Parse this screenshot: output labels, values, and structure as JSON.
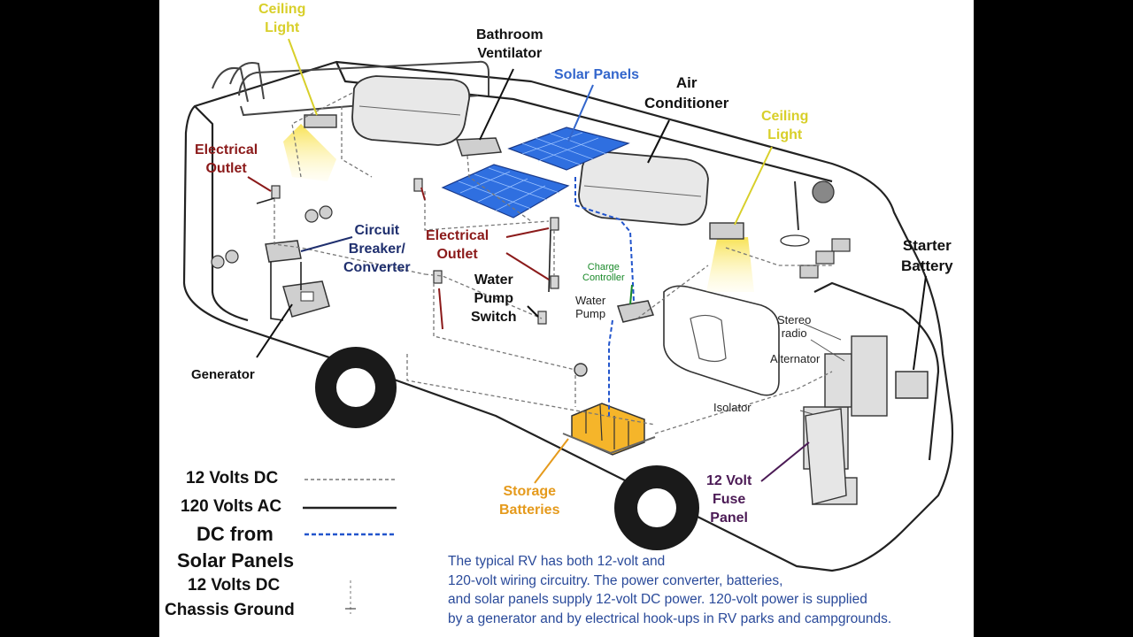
{
  "colors": {
    "background": "#000000",
    "panel": "#ffffff",
    "solar_panel_fill": "#2f6fe0",
    "battery_fill": "#f5b52a",
    "light_glow": "#f9e87a",
    "dc_dash_line": "#777777",
    "solar_dash_line": "#2255cc"
  },
  "labels": {
    "ceiling_light_left": [
      "Ceiling",
      "Light"
    ],
    "bathroom_ventilator": [
      "Bathroom",
      "Ventilator"
    ],
    "solar_panels": "Solar Panels",
    "air_conditioner": [
      "Air",
      "Conditioner"
    ],
    "ceiling_light_right": [
      "Ceiling",
      "Light"
    ],
    "electrical_outlet_left": [
      "Electrical",
      "Outlet"
    ],
    "starter_battery": [
      "Starter",
      "Battery"
    ],
    "circuit_breaker_converter": [
      "Circuit",
      "Breaker/",
      "Converter"
    ],
    "electrical_outlet_center": [
      "Electrical",
      "Outlet"
    ],
    "charge_controller": [
      "Charge",
      "Controller"
    ],
    "water_pump_switch": [
      "Water",
      "Pump",
      "Switch"
    ],
    "water_pump": [
      "Water",
      "Pump"
    ],
    "stereo_radio": [
      "Stereo",
      "radio"
    ],
    "alternator": "Alternator",
    "isolator": "Isolator",
    "generator": "Generator",
    "storage_batteries": [
      "Storage",
      "Batteries"
    ],
    "fuse_panel": [
      "12 Volt",
      "Fuse",
      "Panel"
    ]
  },
  "legend": {
    "dc_12v": "12 Volts DC",
    "ac_120v": "120 Volts AC",
    "dc_solar_line1": "DC from",
    "dc_solar_line2": "Solar Panels",
    "ground_line1": "12 Volts DC",
    "ground_line2": "Chassis Ground"
  },
  "caption": [
    "The typical RV has both 12-volt and",
    "120-volt wiring circuitry. The power converter, batteries,",
    "and solar panels supply 12-volt DC power. 120-volt power is supplied",
    "by a generator and by electrical hook-ups in RV parks and campgrounds."
  ]
}
